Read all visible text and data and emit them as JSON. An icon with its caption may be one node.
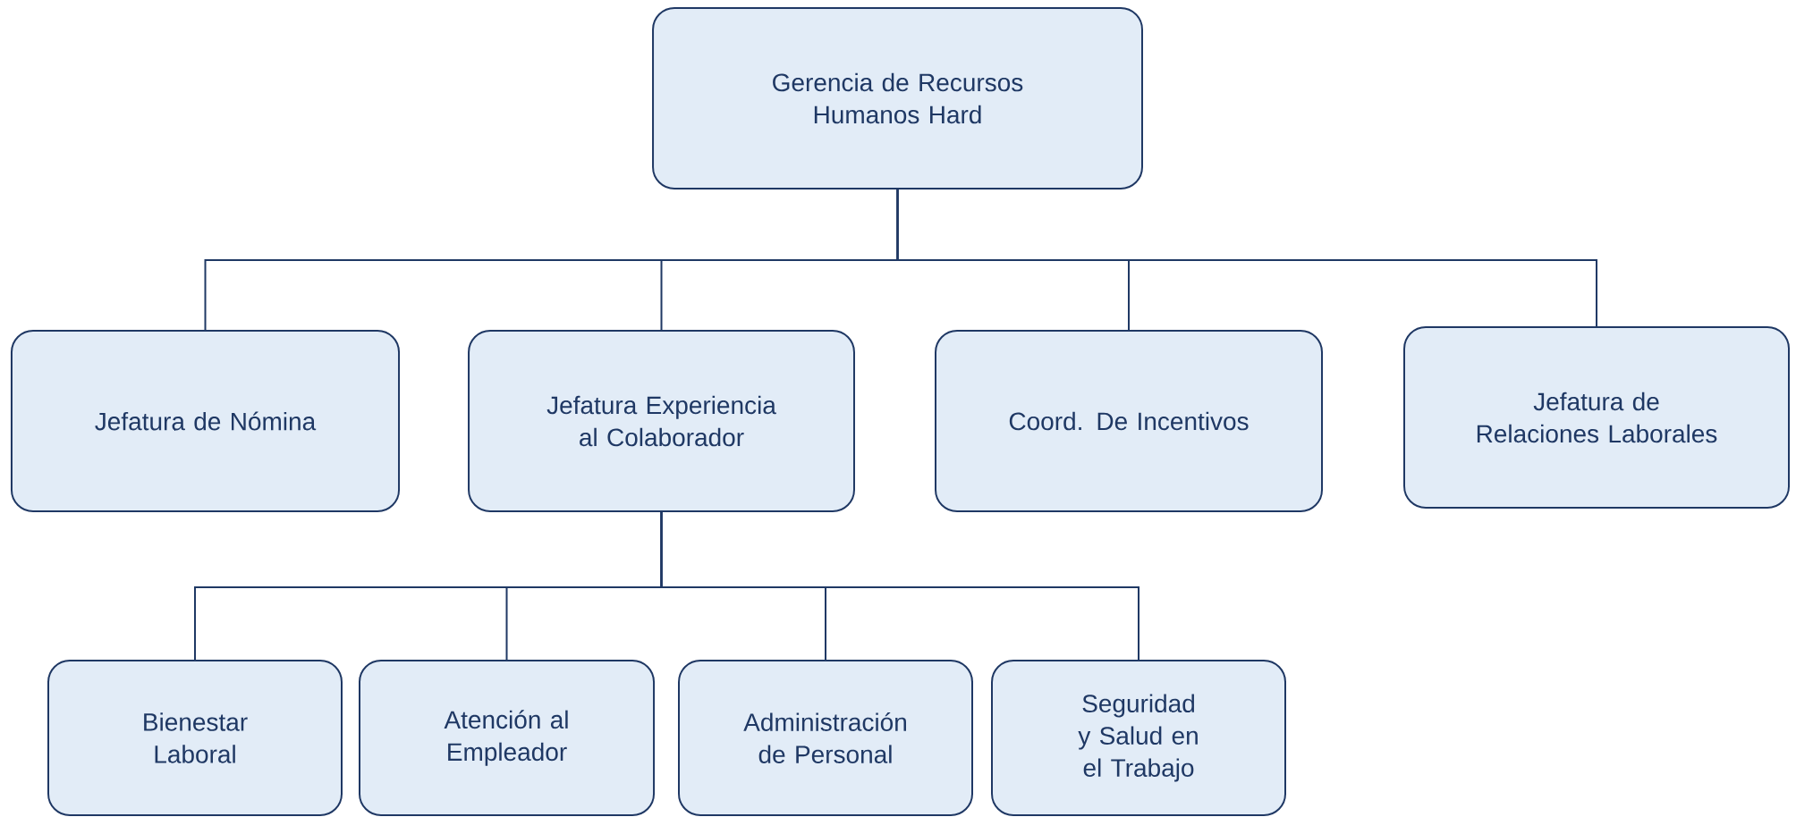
{
  "diagram": {
    "nodes": [
      {
        "text": [
          "Gerencia de Recursos Humanos Hard"
        ]
      },
      {
        "text": [
          "Jefatura de Nómina"
        ]
      },
      {
        "text": [
          "Jefatura Experiencia al Colaborador"
        ]
      },
      {
        "text": [
          "Coord. De Incentivos"
        ]
      },
      {
        "text": [
          "Jefatura de Relaciones Laborales"
        ]
      },
      {
        "text": [
          "Bienestar Laboral"
        ]
      },
      {
        "text": [
          "Atención al Empleador"
        ]
      },
      {
        "text": [
          "Administración de Personal"
        ]
      },
      {
        "text": [
          "Seguridad y Salud en el Trabajo"
        ]
      }
    ],
    "edges": [
      {
        "from": 0,
        "to": 1,
        "arrow": "none"
      },
      {
        "from": 0,
        "to": 2,
        "arrow": "none"
      },
      {
        "from": 0,
        "to": 3,
        "arrow": "none"
      },
      {
        "from": 0,
        "to": 4,
        "arrow": "none"
      },
      {
        "from": 2,
        "to": 5,
        "arrow": "none"
      },
      {
        "from": 2,
        "to": 6,
        "arrow": "none"
      },
      {
        "from": 2,
        "to": 7,
        "arrow": "none"
      },
      {
        "from": 2,
        "to": 8,
        "arrow": "none"
      }
    ]
  }
}
